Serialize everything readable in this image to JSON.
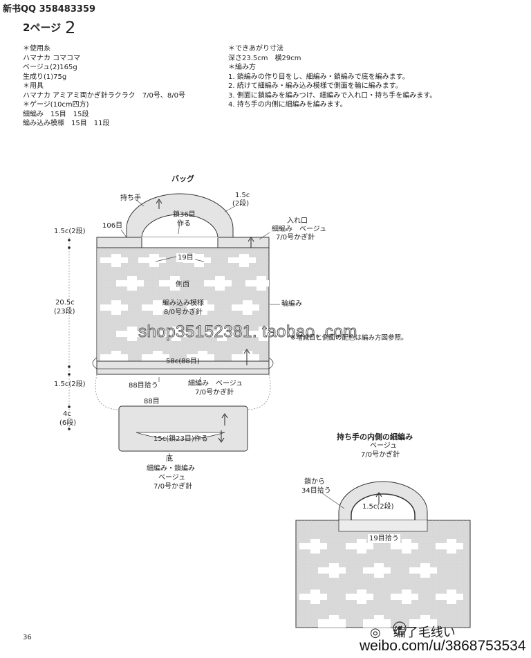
{
  "header": {
    "qq": "新书QQ 358483359",
    "page_label": "2ページ",
    "page_num": "2"
  },
  "materials": {
    "yarn_heading": "＊使用糸",
    "yarn_name": "ハマナカ コマコマ",
    "yarn_1": "ベージュ(2)165g",
    "yarn_2": "生成り(1)75g",
    "tools_heading": "＊用具",
    "tools": "ハマナカ アミアミ両かぎ針ラクラク　7/0号、8/0号",
    "gauge_heading": "＊ゲージ(10cm四方)",
    "gauge_1": "細編み　15目　15段",
    "gauge_2": "編み込み模様　15目　11段"
  },
  "finished": {
    "heading": "＊できあがり寸法",
    "size": "深さ23.5cm　横29cm",
    "method_heading": "＊編み方",
    "step_1": "1. 鎖編みの作り目をし、細編み・鎖編みで底を編みます。",
    "step_2": "2. 続けて細編み・編み込み模様で側面を輪に編みます。",
    "step_3": "3. 側面に鎖編みを編みつけ、細編みで入れ口・持ち手を編みます。",
    "step_4": "4. 持ち手の内側に細編みを編みます。"
  },
  "bag": {
    "title": "バッグ",
    "handle": "持ち手",
    "handle_width_1": "1.5c",
    "handle_width_2": "(2段)",
    "chain_36_1": "鎖36目",
    "chain_36_2": "作る",
    "stitches_106": "106目",
    "opening_1": "入れ口",
    "opening_2": "細編み　ベージュ",
    "opening_3": "7/0号かぎ針",
    "top_band": "1.5c(2段)",
    "stitches_19": "19目",
    "side": "側面",
    "pattern_1": "編み込み模様",
    "pattern_2": "8/0号かぎ針",
    "height_1": "20.5c",
    "height_2": "(23段)",
    "round": "輪編み",
    "note": "※増減目と側面の配色は編み方図参照。",
    "width_58": "58c(88目)",
    "bottom_band": "1.5c(2段)",
    "pick_88": "88目拾う",
    "sc_1": "細編み　ベージュ",
    "sc_2": "7/0号かぎ針",
    "stitches_88": "88目",
    "base_h_1": "4c",
    "base_h_2": "(6段)",
    "base_chain": "15c(鎖23目)作る",
    "base_1": "底",
    "base_2": "細編み・鎖編み",
    "base_3": "ベージュ",
    "base_4": "7/0号かぎ針"
  },
  "inner_handle": {
    "title": "持ち手の内側の細編み",
    "color": "ベージュ",
    "hook": "7/0号かぎ針",
    "from_chain_1": "鎖から",
    "from_chain_2": "34目拾う",
    "width": "1.5c(2段)",
    "pick_19": "19目拾う"
  },
  "watermarks": {
    "shop": "shop35152381. taobao. com",
    "weibo_name": "◎　编了毛线い",
    "weibo_url": "weibo.com/u/3868753534"
  },
  "footer": {
    "page_number": "36"
  },
  "colors": {
    "grid": "#cfcfcf",
    "motif": "#ffffff",
    "line": "#333333"
  }
}
